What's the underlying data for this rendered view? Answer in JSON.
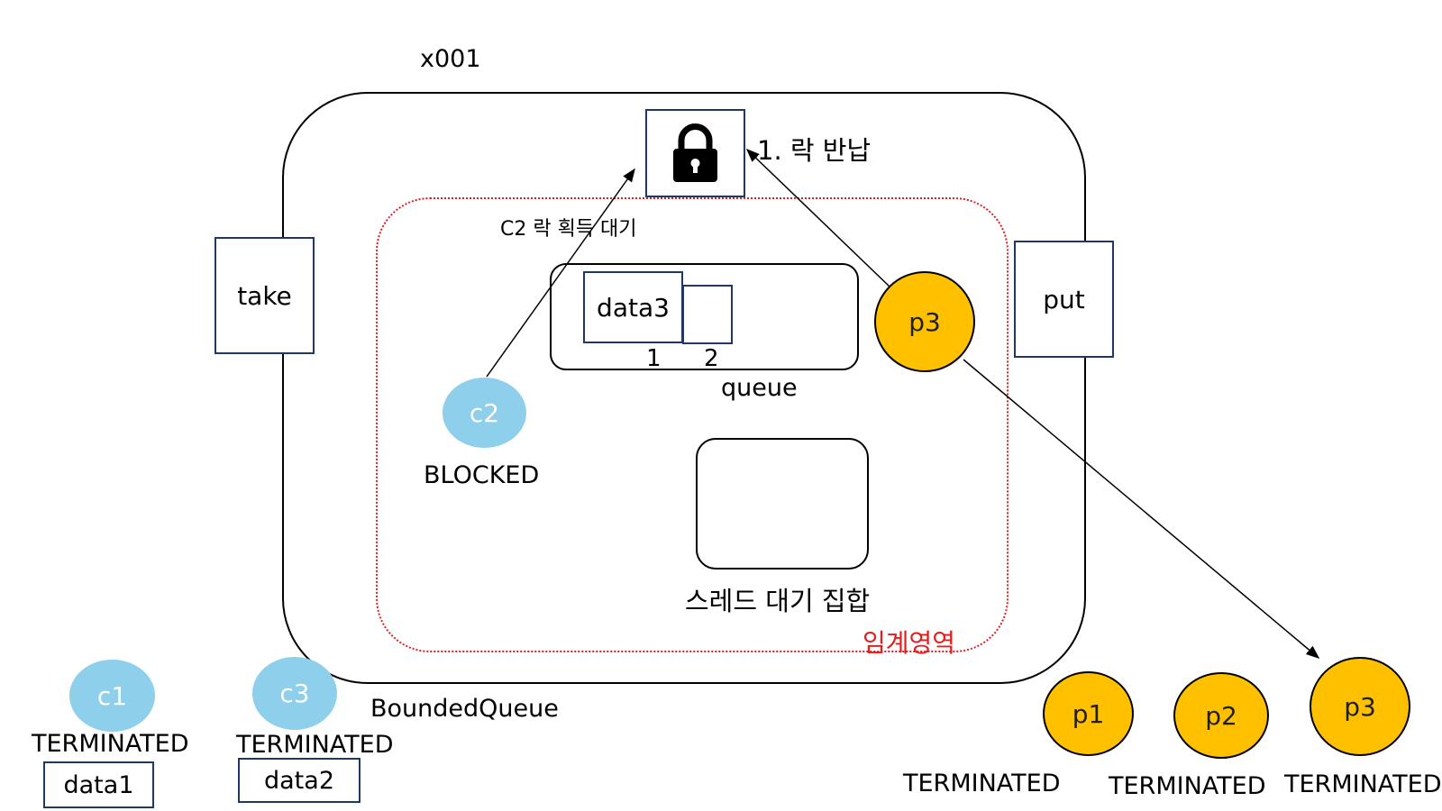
{
  "instance_label": "x001",
  "class_label": "BoundedQueue",
  "critical_section_label": "임계영역",
  "methods": {
    "take": "take",
    "put": "put"
  },
  "lock": {
    "icon": "lock-icon",
    "release_label": "1. 락 반납",
    "wait_label": "C2 락 획득 대기"
  },
  "queue": {
    "label": "queue",
    "slots": [
      "data3",
      ""
    ],
    "indices": [
      "1",
      "2"
    ]
  },
  "wait_set": {
    "label": "스레드 대기 집합"
  },
  "threads": {
    "c1": {
      "name": "c1",
      "state": "TERMINATED",
      "data": "data1"
    },
    "c2": {
      "name": "c2",
      "state": "BLOCKED"
    },
    "c3": {
      "name": "c3",
      "state": "TERMINATED",
      "data": "data2"
    },
    "p1": {
      "name": "p1",
      "state": "TERMINATED"
    },
    "p2": {
      "name": "p2",
      "state": "TERMINATED"
    },
    "p3_inside": {
      "name": "p3"
    },
    "p3": {
      "name": "p3",
      "state": "TERMINATED"
    }
  },
  "colors": {
    "consumer": "#8ecfeb",
    "producer": "#ffc000",
    "critical": "#e02020",
    "box_border": "#1f3864"
  }
}
